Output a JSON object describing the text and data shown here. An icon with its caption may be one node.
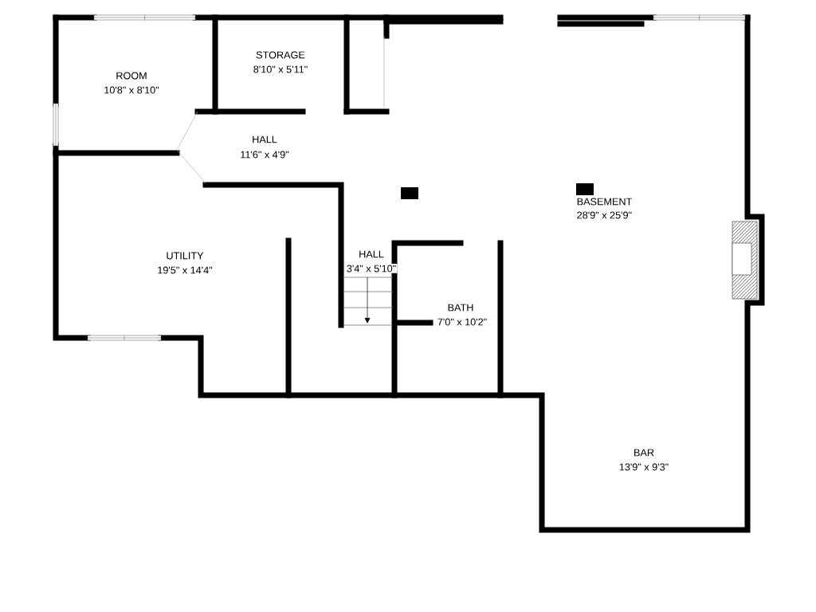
{
  "diagram": {
    "labels": [
      "ROOM",
      "10'8\" x 8'10\"",
      "STORAGE",
      "8'10\" x 5'11\"",
      "HALL",
      "11'6\" x 4'9\"",
      "BASEMENT",
      "28'9\" x 25'9\"",
      "UTILITY",
      "19'5\" x 14'4\"",
      "HALL",
      "3'4\" x 5'10\"",
      "BATH",
      "7'0\" x 10'2\"",
      "BAR",
      "13'9\" x 9'3\""
    ]
  }
}
